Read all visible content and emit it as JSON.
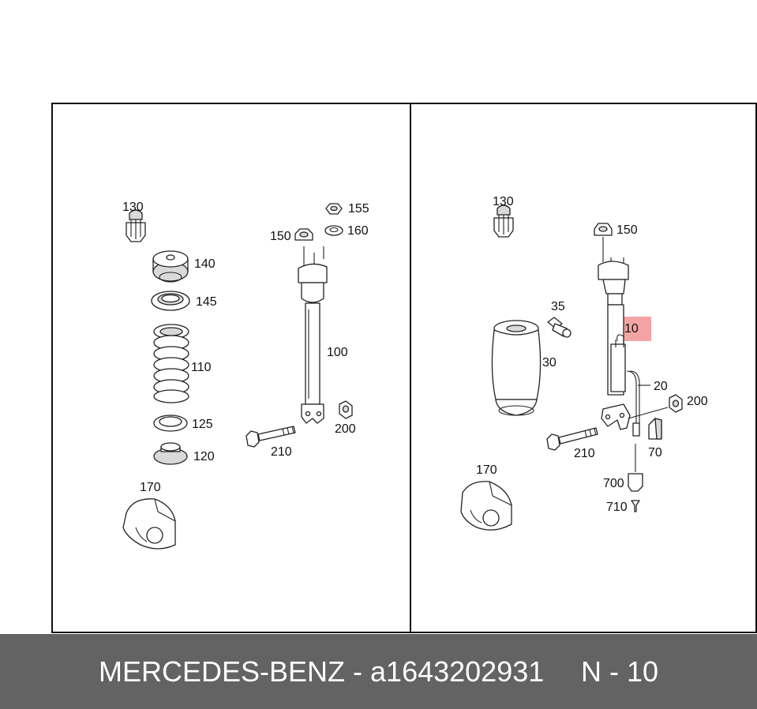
{
  "left_panel": {
    "labels": {
      "l130": "130",
      "l140": "140",
      "l145": "145",
      "l110": "110",
      "l125": "125",
      "l120": "120",
      "l170": "170",
      "l150": "150",
      "l155": "155",
      "l160": "160",
      "l100": "100",
      "l200": "200",
      "l210": "210"
    }
  },
  "right_panel": {
    "labels": {
      "l130": "130",
      "l150": "150",
      "l35": "35",
      "l10": "10",
      "l30": "30",
      "l20": "20",
      "l200": "200",
      "l210": "210",
      "l70": "70",
      "l700": "700",
      "l710": "710",
      "l170": "170"
    },
    "highlight_color": "#f4a4a4"
  },
  "footer": {
    "brand_part": "MERCEDES-BENZ - a1643202931",
    "position_code": "N - 10",
    "background": "#636363"
  }
}
